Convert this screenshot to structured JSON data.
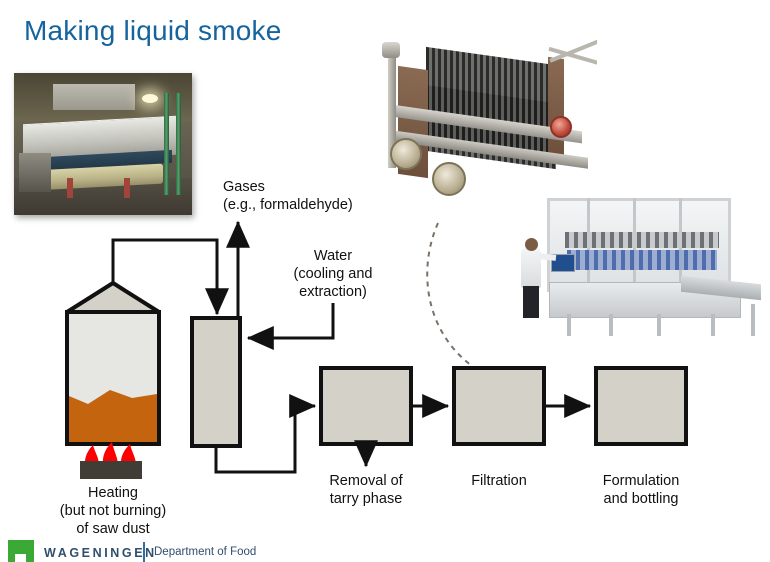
{
  "slide": {
    "title": "Making liquid smoke",
    "title_color": "#15649d",
    "background": "#ffffff"
  },
  "diagram": {
    "labels": [
      {
        "id": "gases",
        "text_line1": "Gases",
        "text_line2": "(e.g., formaldehyde)"
      },
      {
        "id": "water",
        "text_line1": "Water",
        "text_line2": "(cooling and",
        "text_line3": "extraction)"
      },
      {
        "id": "heating",
        "text_line1": "Heating",
        "text_line2": "(but not burning)",
        "text_line3": "of saw dust"
      },
      {
        "id": "removal",
        "text_line1": "Removal of",
        "text_line2": "tarry phase"
      },
      {
        "id": "filtration",
        "text_line1": "Filtration"
      },
      {
        "id": "formulation",
        "text_line1": "Formulation",
        "text_line2": "and bottling"
      }
    ],
    "boxes": [
      {
        "id": "condenser",
        "fill": "#d4d1c8",
        "stroke": "#111111"
      },
      {
        "id": "removal",
        "fill": "#d4d1c8",
        "stroke": "#111111"
      },
      {
        "id": "filtration",
        "fill": "#d4d1c8",
        "stroke": "#111111"
      },
      {
        "id": "formulation",
        "fill": "#d4d1c8",
        "stroke": "#111111"
      }
    ],
    "vessel": {
      "id": "sawdust-vessel",
      "body_fill": "#e6e6e3",
      "roof_fill": "#d4d1c8",
      "contents_fill": "#c4640e",
      "stroke": "#111111"
    },
    "burner": {
      "id": "burner",
      "block_fill": "#3f3d36",
      "flame_fill": "#fe0000",
      "flame_count": 3
    },
    "connectors": {
      "stroke": "#111111",
      "dashed_link_color": "#7a7168"
    }
  },
  "photos": [
    {
      "id": "kiln-photo",
      "caption": "industrial retort / smoke generator hall"
    },
    {
      "id": "press-photo",
      "caption": "plate-and-frame filter press on wheels"
    },
    {
      "id": "bottling-photo",
      "caption": "automatic bottling and filling line with operator"
    }
  ],
  "footer": {
    "brand": "WAGENINGEN",
    "department": "Department of Food",
    "brand_color": "#2f4f6d",
    "mark_color": "#3aa935"
  }
}
